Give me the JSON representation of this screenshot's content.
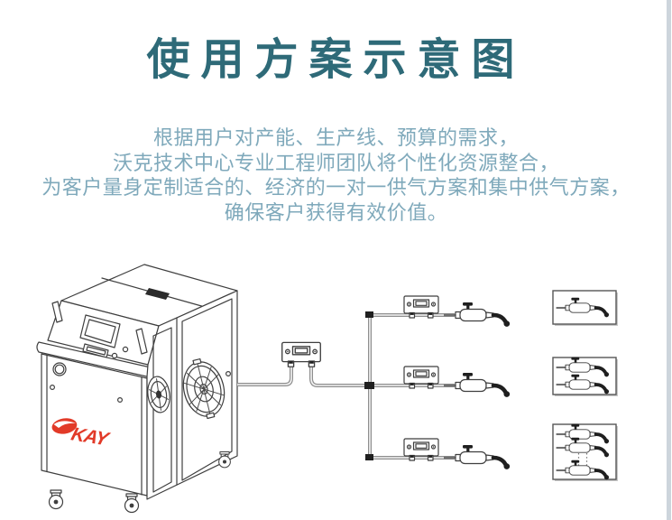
{
  "page": {
    "title": "使用方案示意图",
    "description": {
      "line1": "根据用户对产能、生产线、预算的需求，",
      "line2": "沃克技术中心专业工程师团队将个性化资源整合，",
      "line3": "为客户量身定制适合的、经济的一对一供气方案和集中供气方案，",
      "line4": "确保客户获得有效价值。"
    }
  },
  "machine": {
    "logo_text": "KAY"
  },
  "colors": {
    "title_teal": "#2e6a78",
    "description_blue": "#7fa9bb",
    "logo_red": "#e23a28",
    "line_dark": "#3f3f3f",
    "pipe_gray": "#8e8e8e",
    "right_strip": "#cdd5dc"
  }
}
